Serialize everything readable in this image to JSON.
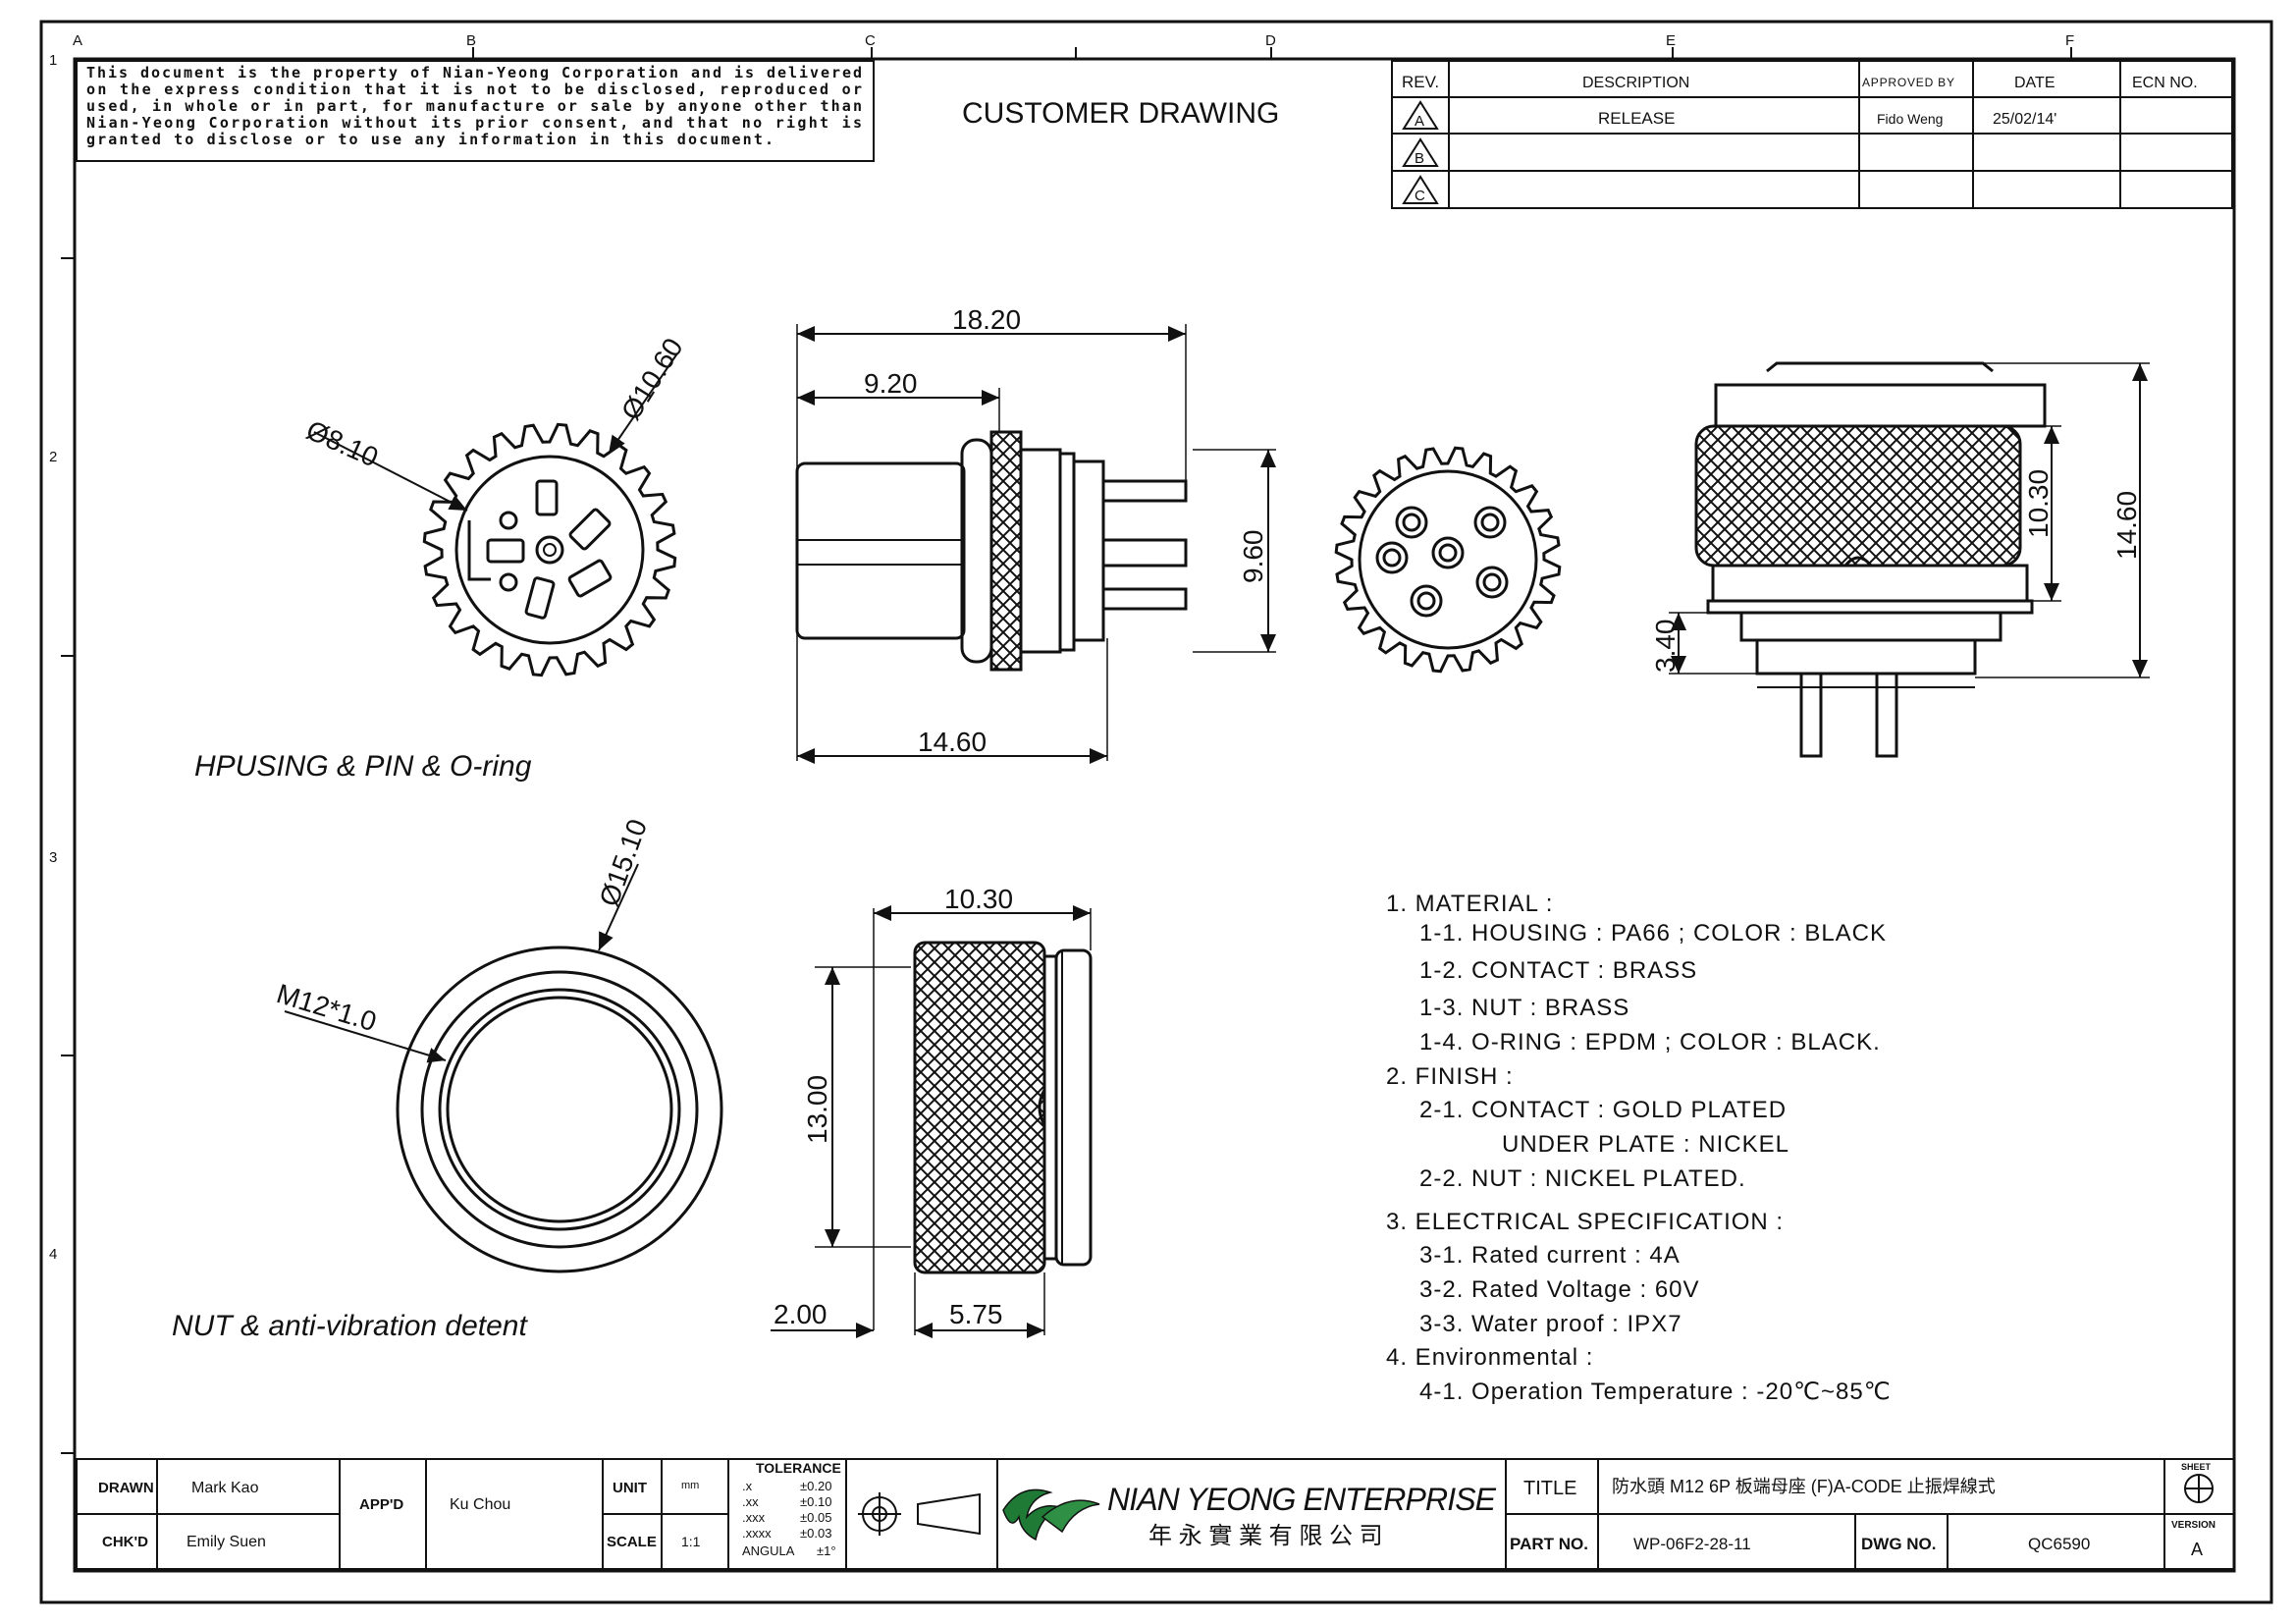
{
  "frame": {
    "columns": [
      "A",
      "B",
      "C",
      "D",
      "E",
      "F"
    ],
    "rows": [
      "1",
      "2",
      "3",
      "4"
    ]
  },
  "notice": {
    "lines": [
      "This document is the property of Nian-Yeong Corporation and is delivered",
      "on  the  express condition that it is not to be disclosed, reproduced or",
      "used, in whole or in part, for manufacture or sale by anyone other than",
      "Nian-Yeong Corporation without  its prior consent, and that  no right  is",
      "granted to disclose or to use any information in this  document."
    ]
  },
  "drawing_title": "CUSTOMER  DRAWING",
  "revision_table": {
    "headers": [
      "REV.",
      "DESCRIPTION",
      "APPROVED BY",
      "DATE",
      "ECN NO."
    ],
    "rows": [
      {
        "rev": "A",
        "description": "RELEASE",
        "approved_by": "Fido Weng",
        "date": "25/02/14'",
        "ecn": ""
      },
      {
        "rev": "B",
        "description": "",
        "approved_by": "",
        "date": "",
        "ecn": ""
      },
      {
        "rev": "C",
        "description": "",
        "approved_by": "",
        "date": "",
        "ecn": ""
      }
    ]
  },
  "dimensions": {
    "housing_inner_dia": "Ø8.10",
    "housing_outer_dia": "Ø10.60",
    "side_overall": "18.20",
    "side_front": "9.20",
    "side_height": "9.60",
    "side_length": "14.60",
    "right_h1": "10.30",
    "right_h2": "14.60",
    "right_h3": "3.40",
    "nut_dia": "Ø15.10",
    "nut_thread": "M12*1.0",
    "nut_width": "10.30",
    "nut_height": "13.00",
    "nut_offset": "2.00",
    "nut_knurl": "5.75"
  },
  "view_labels": {
    "housing": "HPUSING & PIN & O-ring",
    "nut": "NUT & anti-vibration detent"
  },
  "notes": [
    "1. MATERIAL :",
    "1-1. HOUSING : PA66 ; COLOR : BLACK",
    "1-2. CONTACT : BRASS",
    "1-3. NUT : BRASS",
    "1-4. O-RING : EPDM ; COLOR : BLACK.",
    "2. FINISH :",
    "2-1. CONTACT : GOLD PLATED",
    "UNDER PLATE : NICKEL",
    "2-2. NUT : NICKEL PLATED.",
    "3. ELECTRICAL SPECIFICATION :",
    "3-1. Rated current : 4A",
    "3-2. Rated Voltage : 60V",
    "3-3. Water proof : IPX7",
    "4. Environmental :",
    "4-1. Operation Temperature : -20℃~85℃"
  ],
  "title_block": {
    "drawn_label": "DRAWN",
    "drawn_by": "Mark Kao",
    "chkd_label": "CHK'D",
    "checked_by": "Emily Suen",
    "appd_label": "APP'D",
    "approved_by": "Ku Chou",
    "unit_label": "UNIT",
    "unit": "mm",
    "scale_label": "SCALE",
    "scale": "1:1",
    "tolerance_label": "TOLERANCE",
    "tolerances": [
      {
        "k": ".x",
        "v": "±0.20"
      },
      {
        "k": ".xx",
        "v": "±0.10"
      },
      {
        "k": ".xxx",
        "v": "±0.05"
      },
      {
        "k": ".xxxx",
        "v": "±0.03"
      },
      {
        "k": "ANGULA",
        "v": "±1°"
      }
    ],
    "company_name": "NIAN YEONG ENTERPRISE",
    "company_name_cn": "年 永 實 業 有 限 公 司",
    "title_label": "TITLE",
    "title": "防水頭  M12  6P  板端母座  (F)A-CODE  止振焊線式",
    "part_no_label": "PART NO.",
    "part_no": "WP-06F2-28-11",
    "dwg_no_label": "DWG NO.",
    "dwg_no": "QC6590",
    "sheet_label": "SHEET",
    "version_label": "VERSION",
    "version": "A"
  },
  "colors": {
    "ink": "#111111",
    "paper": "#ffffff"
  }
}
